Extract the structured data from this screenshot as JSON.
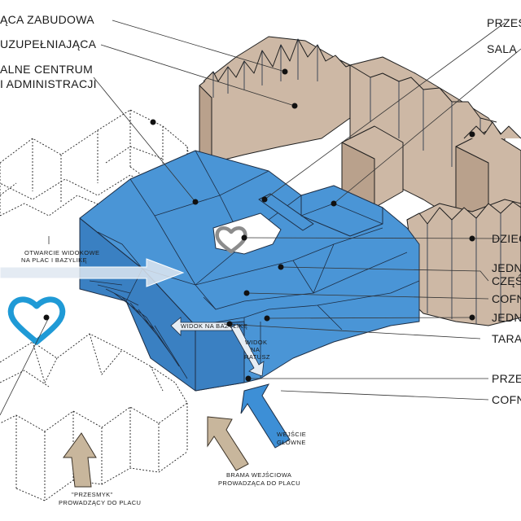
{
  "labels": {
    "l1": "ĄCA ZABUDOWA",
    "l2": "UZUPEŁNIAJĄCA",
    "l3": "ALNE CENTRUM",
    "l4": "I ADMINISTRACJI",
    "r1": "PRZES",
    "r2": "SALA",
    "r3": "DZIEC",
    "r4": "JEDN",
    "r5": "CZĘŚ",
    "r6": "COFN",
    "r7": "JEDN",
    "r8": "TARA",
    "r9": "PRZES",
    "r10": "COFN"
  },
  "notes": {
    "otwarcie_1": "OTWARCIE WIDOKOWE",
    "otwarcie_2": "NA PLAC I BAZYLIKĘ",
    "widok_bazylike": "WIDOK NA BAZYLIKĘ",
    "widok_ratusz_1": "WIDOK",
    "widok_ratusz_2": "NA",
    "widok_ratusz_3": "RATUSZ",
    "wejscie_1": "WEJŚCIE",
    "wejscie_2": "GŁÓWNE",
    "brama_1": "BRAMA WEJŚCIOWA",
    "brama_2": "PROWADZĄCA DO PLACU",
    "przesmyk_1": "\"PRZESMYK\"",
    "przesmyk_2": "PROWADZĄCY DO PLACU"
  },
  "colors": {
    "new_building": "#4a95d6",
    "old_building": "#cdb8a5",
    "heart_blue": "#1f9ad6",
    "heart_grey": "#8c8c8c",
    "arrow_tan": "#c8b69c"
  },
  "icons": {
    "heart_large": "heart-icon",
    "heart_small": "heart-icon"
  }
}
